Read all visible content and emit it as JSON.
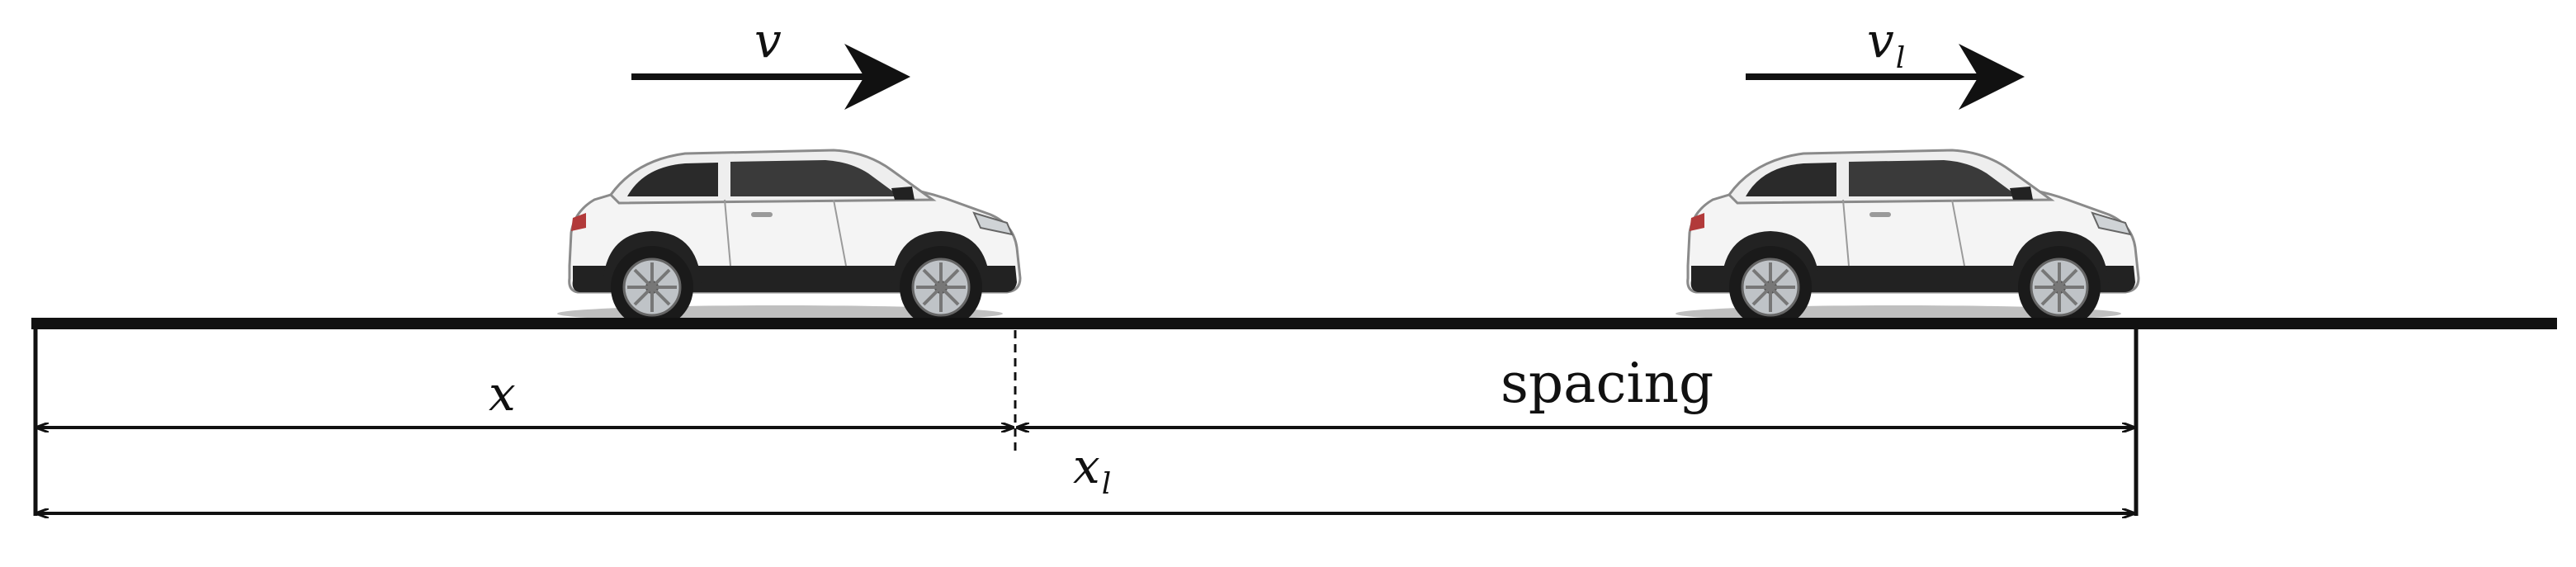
{
  "labels": {
    "follower_speed": "v",
    "leader_speed_symbol": "v",
    "leader_speed_subscript": "l",
    "follower_position": "x",
    "spacing": "spacing",
    "leader_position_symbol": "x",
    "leader_position_subscript": "l"
  },
  "vehicles": {
    "follower": "white-suv",
    "leader": "white-suv"
  },
  "colors": {
    "ink": "#111111",
    "car_body": "#f4f4f4",
    "window": "#2a2a2a",
    "tire": "#1a1a1a",
    "rim": "#bfc3c7"
  }
}
